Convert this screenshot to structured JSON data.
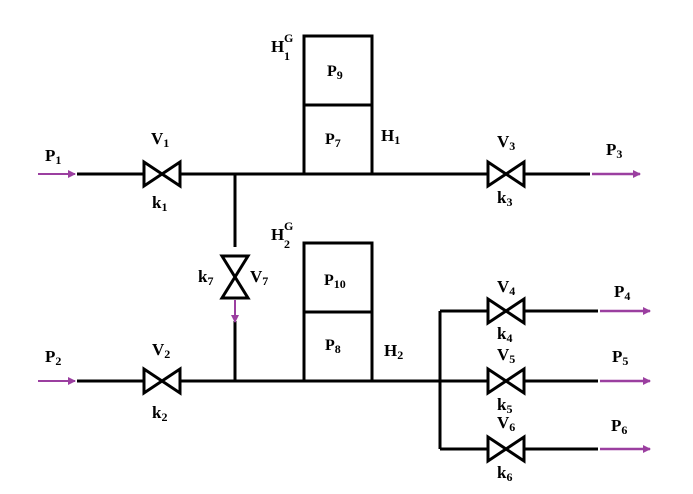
{
  "colors": {
    "line": "#000000",
    "arrow": "#9b3fa0"
  },
  "labels": {
    "p1": {
      "main": "P",
      "sub": "1"
    },
    "p2": {
      "main": "P",
      "sub": "2"
    },
    "p3": {
      "main": "P",
      "sub": "3"
    },
    "p4": {
      "main": "P",
      "sub": "4"
    },
    "p5": {
      "main": "P",
      "sub": "5"
    },
    "p6": {
      "main": "P",
      "sub": "6"
    },
    "v1": {
      "main": "V",
      "sub": "1"
    },
    "v2": {
      "main": "V",
      "sub": "2"
    },
    "v3": {
      "main": "V",
      "sub": "3"
    },
    "v4": {
      "main": "V",
      "sub": "4"
    },
    "v5": {
      "main": "V",
      "sub": "5"
    },
    "v6": {
      "main": "V",
      "sub": "6"
    },
    "v7": {
      "main": "V",
      "sub": "7"
    },
    "k1": {
      "main": "k",
      "sub": "1"
    },
    "k2": {
      "main": "k",
      "sub": "2"
    },
    "k3": {
      "main": "k",
      "sub": "3"
    },
    "k4": {
      "main": "k",
      "sub": "4"
    },
    "k5": {
      "main": "k",
      "sub": "5"
    },
    "k6": {
      "main": "k",
      "sub": "6"
    },
    "k7": {
      "main": "k",
      "sub": "7"
    },
    "h1": {
      "main": "H",
      "sub": "1"
    },
    "h2": {
      "main": "H",
      "sub": "2"
    },
    "h1g": {
      "main": "H",
      "sub": "1",
      "sup": "G"
    },
    "h2g": {
      "main": "H",
      "sub": "2",
      "sup": "G"
    },
    "p7": {
      "main": "P",
      "sub": "7"
    },
    "p8": {
      "main": "P",
      "sub": "8"
    },
    "p9": {
      "main": "P",
      "sub": "9"
    },
    "p10": {
      "main": "P",
      "sub": "10"
    }
  }
}
